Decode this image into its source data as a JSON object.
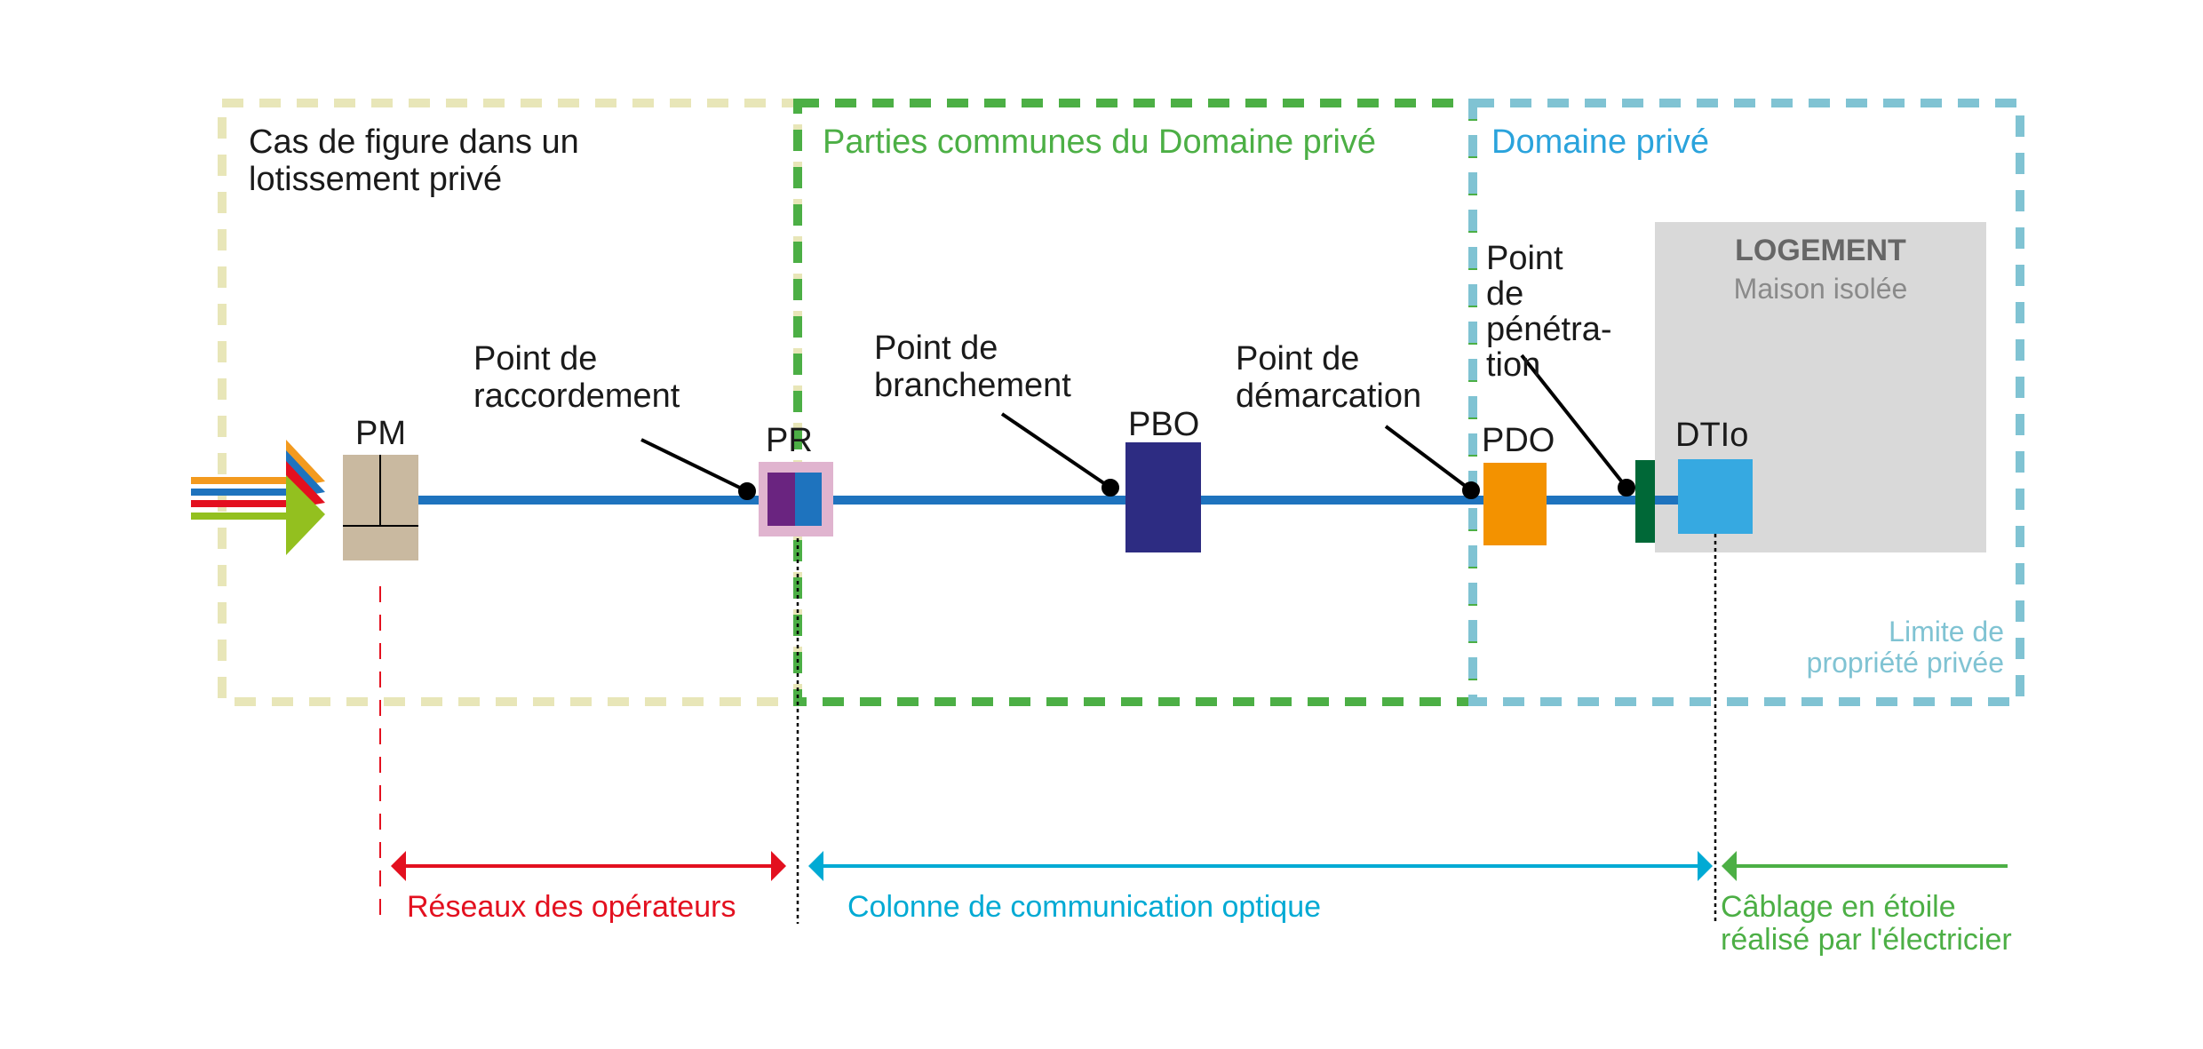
{
  "zones": [
    {
      "id": "lotissement",
      "title": "Cas de figure dans un\nlotissement privé",
      "color": "#e8e6b8"
    },
    {
      "id": "parties-communes",
      "title": "Parties communes du Domaine privé",
      "color": "#4caf45"
    },
    {
      "id": "domaine-prive",
      "title": "Domaine privé",
      "color": "#80c3d3"
    }
  ],
  "title_colors": {
    "lotissement": "#1a1a1a",
    "parties-communes": "#4caf45",
    "domaine-prive": "#2aa3dc"
  },
  "incoming_fibers": [
    "#f39a1e",
    "#1e73be",
    "#e3101f",
    "#93c01f"
  ],
  "equipment": {
    "pm": {
      "label": "PM",
      "color": "#c9b9a0"
    },
    "pr": {
      "label": "PR",
      "border_color": "#e0b4cf",
      "left_color": "#6a2480",
      "right_color": "#1e73be"
    },
    "pbo": {
      "label": "PBO",
      "color": "#2d2c82"
    },
    "pdo": {
      "label": "PDO",
      "color": "#f39200"
    },
    "penetration_bar": {
      "color": "#006837"
    },
    "dtio": {
      "label": "DTIo",
      "color": "#36a9e1"
    }
  },
  "main_line_color": "#1e73be",
  "callouts": {
    "raccordement": "Point de\nraccordement",
    "branchement": "Point de\nbranchement",
    "demarcation": "Point de\ndémarcation",
    "penetration": "Point\nde\npénétra-\ntion"
  },
  "logement": {
    "title": "LOGEMENT",
    "subtitle": "Maison isolée",
    "color": "#d9d9d9",
    "text_color": "#666666"
  },
  "limite": {
    "text": "Limite de\npropriété privée",
    "color": "#80c3d3"
  },
  "spans": [
    {
      "label": "Réseaux des opérateurs",
      "color": "#e3101f"
    },
    {
      "label": "Colonne de communication optique",
      "color": "#00aad4"
    },
    {
      "label": "Câblage en étoile\nréalisé par l'électricier",
      "color": "#4caf45"
    }
  ]
}
